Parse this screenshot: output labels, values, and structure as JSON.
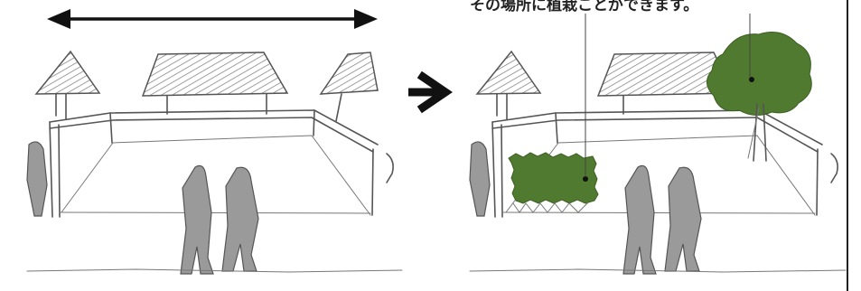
{
  "caption": "その場所に植栽ことができます。",
  "colors": {
    "sketch": "#555555",
    "vegetation": "#4f7a2f",
    "arrow": "#111111"
  },
  "icons": {
    "double_arrow": "double-headed-arrow",
    "transition_arrow": "right-arrow"
  }
}
